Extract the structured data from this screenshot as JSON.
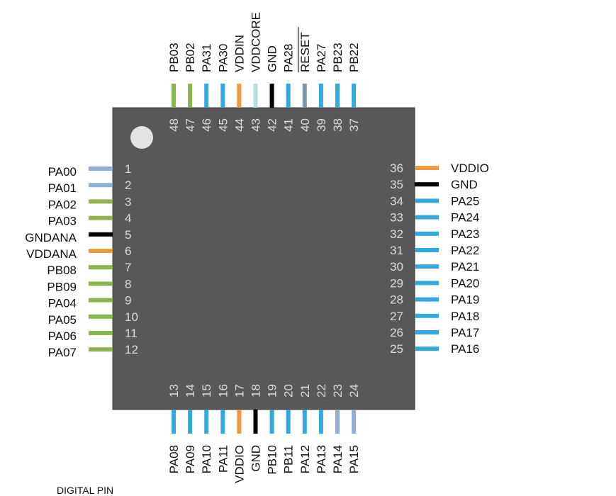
{
  "pin_colors": {
    "green": "#8ab64d",
    "blue": "#33aadd",
    "lightblue": "#8fb0d6",
    "orange": "#f09a3e",
    "black": "#000000",
    "pale": "#b9dede",
    "gray": "#7f98a4"
  },
  "package": {
    "body_color": "#585858",
    "pin1_marker": "circle"
  },
  "pins": {
    "left": [
      {
        "num": "1",
        "name": "PA00",
        "color": "lightblue"
      },
      {
        "num": "2",
        "name": "PA01",
        "color": "lightblue"
      },
      {
        "num": "3",
        "name": "PA02",
        "color": "green"
      },
      {
        "num": "4",
        "name": "PA03",
        "color": "green"
      },
      {
        "num": "5",
        "name": "GNDANA",
        "color": "black"
      },
      {
        "num": "6",
        "name": "VDDANA",
        "color": "orange"
      },
      {
        "num": "7",
        "name": "PB08",
        "color": "green"
      },
      {
        "num": "8",
        "name": "PB09",
        "color": "green"
      },
      {
        "num": "9",
        "name": "PA04",
        "color": "green"
      },
      {
        "num": "10",
        "name": "PA05",
        "color": "green"
      },
      {
        "num": "11",
        "name": "PA06",
        "color": "green"
      },
      {
        "num": "12",
        "name": "PA07",
        "color": "green"
      }
    ],
    "bottom": [
      {
        "num": "13",
        "name": "PA08",
        "color": "blue"
      },
      {
        "num": "14",
        "name": "PA09",
        "color": "blue"
      },
      {
        "num": "15",
        "name": "PA10",
        "color": "blue"
      },
      {
        "num": "16",
        "name": "PA11",
        "color": "blue"
      },
      {
        "num": "17",
        "name": "VDDIO",
        "color": "orange"
      },
      {
        "num": "18",
        "name": "GND",
        "color": "black"
      },
      {
        "num": "19",
        "name": "PB10",
        "color": "blue"
      },
      {
        "num": "20",
        "name": "PB11",
        "color": "blue"
      },
      {
        "num": "21",
        "name": "PA12",
        "color": "blue"
      },
      {
        "num": "22",
        "name": "PA13",
        "color": "blue"
      },
      {
        "num": "23",
        "name": "PA14",
        "color": "lightblue"
      },
      {
        "num": "24",
        "name": "PA15",
        "color": "lightblue"
      }
    ],
    "right": [
      {
        "num": "36",
        "name": "VDDIO",
        "color": "orange"
      },
      {
        "num": "35",
        "name": "GND",
        "color": "black"
      },
      {
        "num": "34",
        "name": "PA25",
        "color": "blue"
      },
      {
        "num": "33",
        "name": "PA24",
        "color": "blue"
      },
      {
        "num": "32",
        "name": "PA23",
        "color": "blue"
      },
      {
        "num": "31",
        "name": "PA22",
        "color": "blue"
      },
      {
        "num": "30",
        "name": "PA21",
        "color": "blue"
      },
      {
        "num": "29",
        "name": "PA20",
        "color": "blue"
      },
      {
        "num": "28",
        "name": "PA19",
        "color": "blue"
      },
      {
        "num": "27",
        "name": "PA18",
        "color": "blue"
      },
      {
        "num": "26",
        "name": "PA17",
        "color": "blue"
      },
      {
        "num": "25",
        "name": "PA16",
        "color": "blue"
      }
    ],
    "top": [
      {
        "num": "48",
        "name": "PB03",
        "color": "green"
      },
      {
        "num": "47",
        "name": "PB02",
        "color": "green"
      },
      {
        "num": "46",
        "name": "PA31",
        "color": "blue"
      },
      {
        "num": "45",
        "name": "PA30",
        "color": "blue"
      },
      {
        "num": "44",
        "name": "VDDIN",
        "color": "orange"
      },
      {
        "num": "43",
        "name": "VDDCORE",
        "color": "pale"
      },
      {
        "num": "42",
        "name": "GND",
        "color": "black"
      },
      {
        "num": "41",
        "name": "PA28",
        "color": "blue"
      },
      {
        "num": "40",
        "name": "RESET",
        "color": "gray",
        "overline": true
      },
      {
        "num": "39",
        "name": "PA27",
        "color": "blue"
      },
      {
        "num": "38",
        "name": "PB23",
        "color": "blue"
      },
      {
        "num": "37",
        "name": "PB22",
        "color": "blue"
      }
    ]
  },
  "footer_text": "DIGITAL PIN"
}
